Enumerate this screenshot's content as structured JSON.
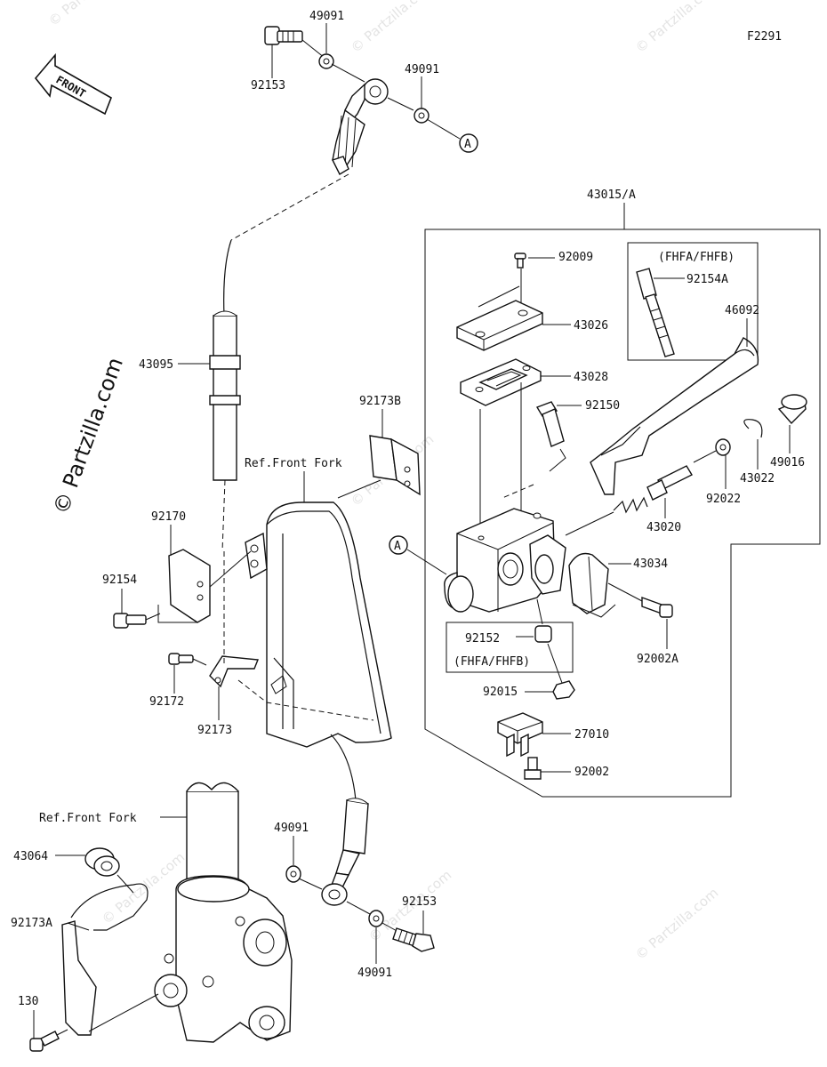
{
  "figure_code": "F2291",
  "front_label": "FRONT",
  "watermark": "© Partzilla.com",
  "callout_a": "A",
  "labels": {
    "p49091_top1": "49091",
    "p92153_top": "92153",
    "p49091_top2": "49091",
    "p43095": "43095",
    "p92173b": "92173B",
    "ref_front_fork_1": "Ref.Front Fork",
    "p92170": "92170",
    "p92154": "92154",
    "p92172": "92172",
    "p92173": "92173",
    "p43015a": "43015/A",
    "p92009": "92009",
    "p43026": "43026",
    "p43028": "43028",
    "p92150": "92150",
    "fhfa_fhfb_1": "(FHFA/FHFB)",
    "p92154a": "92154A",
    "p46092": "46092",
    "p43022": "43022",
    "p49016": "49016",
    "p92022": "92022",
    "p43020": "43020",
    "p43034": "43034",
    "p92152": "92152",
    "fhfa_fhfb_2": "(FHFA/FHFB)",
    "p92015": "92015",
    "p92002a": "92002A",
    "p27010": "27010",
    "p92002": "92002",
    "ref_front_fork_2": "Ref.Front Fork",
    "p43064": "43064",
    "p92173a": "92173A",
    "p130": "130",
    "p49091_bot1": "49091",
    "p92153_bot": "92153",
    "p49091_bot2": "49091"
  }
}
